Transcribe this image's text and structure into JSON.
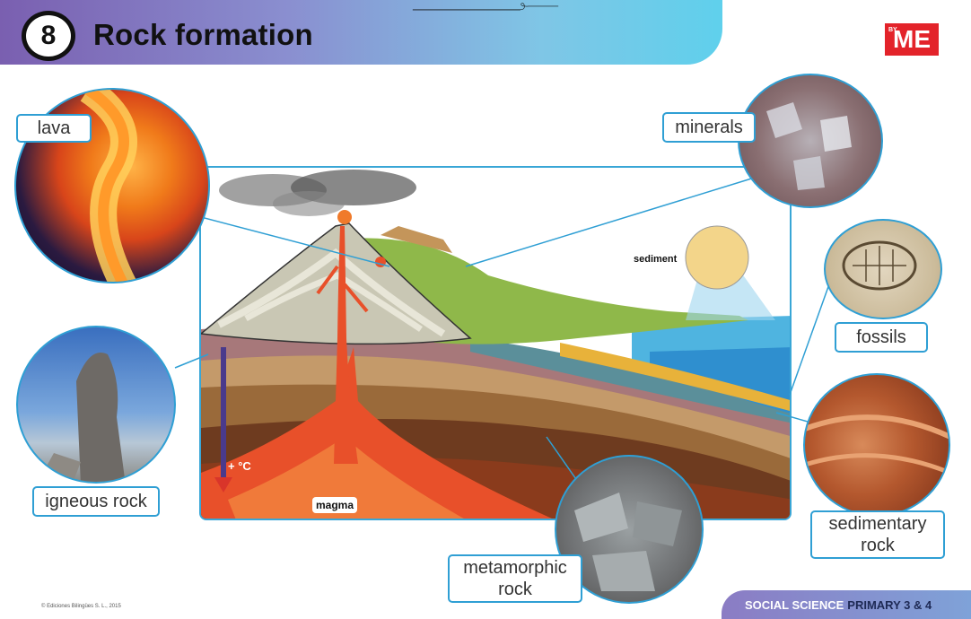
{
  "header": {
    "number": "8",
    "title": "Rock formation",
    "logo_text": "ME",
    "logo_small": "BY"
  },
  "labels": {
    "lava": "lava",
    "minerals": "minerals",
    "fossils": "fossils",
    "igneous_rock": "igneous rock",
    "sedimentary_rock_line1": "sedimentary",
    "sedimentary_rock_line2": "rock",
    "metamorphic_rock_line1": "metamorphic",
    "metamorphic_rock_line2": "rock",
    "sediment": "sediment",
    "temperature": "+ °C",
    "magma": "magma"
  },
  "footer": {
    "subject": "SOCIAL SCIENCE",
    "level": "PRIMARY 3 & 4",
    "copyright": "© Ediciones Bilingües S. L., 2015"
  },
  "colors": {
    "accent_blue": "#2f9fd4",
    "logo_red": "#e3232a",
    "magma_orange": "#e8502a"
  }
}
